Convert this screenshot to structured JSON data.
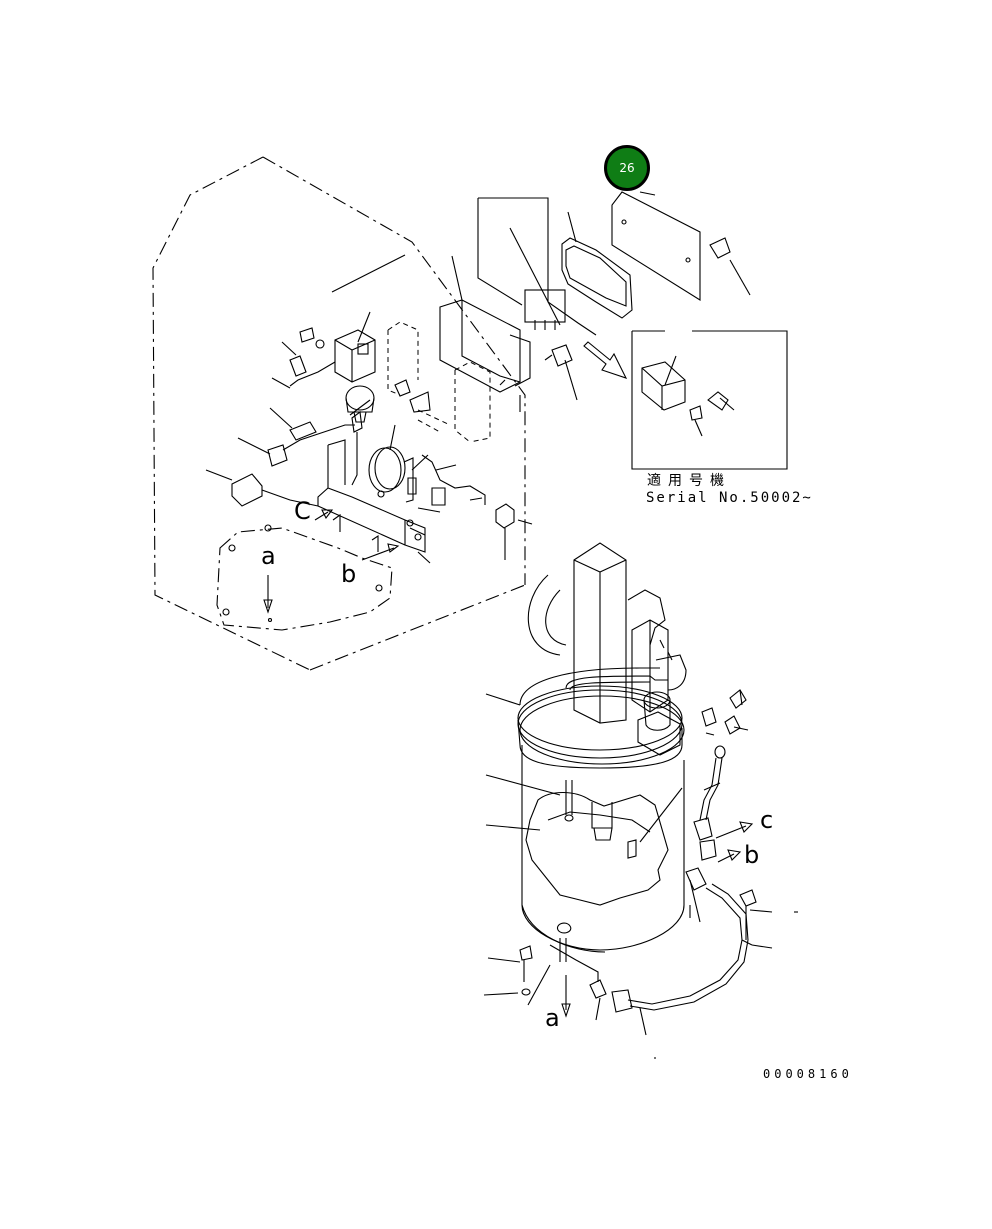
{
  "callout": {
    "number": "26",
    "color": "#0f7d15"
  },
  "applicability": {
    "label_ja": "適用号機",
    "serial_text": "Serial No.50002~"
  },
  "view_letters": {
    "upper_c": "C",
    "upper_b": "b",
    "upper_a": "a",
    "lower_c": "c",
    "lower_b": "b",
    "lower_a": "a"
  },
  "drawing_number": "00008160"
}
